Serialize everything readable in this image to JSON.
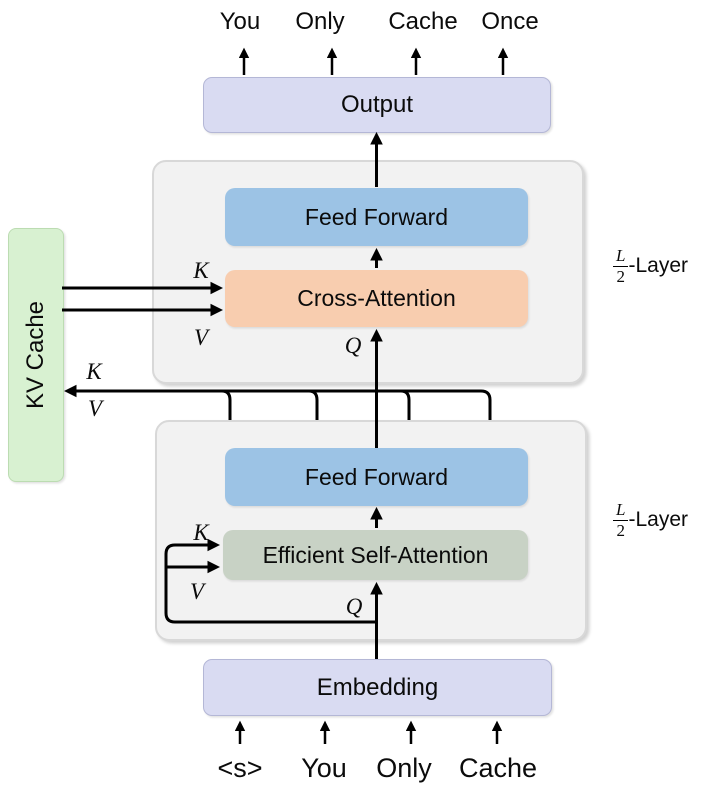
{
  "diagram": {
    "tokens_top": [
      "You",
      "Only",
      "Cache",
      "Once"
    ],
    "tokens_bottom": [
      "<s>",
      "You",
      "Only",
      "Cache"
    ],
    "boxes": {
      "output": "Output",
      "feed_forward_upper": "Feed Forward",
      "cross_attention": "Cross-Attention",
      "feed_forward_lower": "Feed Forward",
      "efficient_self_attention": "Efficient Self-Attention",
      "embedding": "Embedding",
      "kv_cache": "KV Cache"
    },
    "math_labels": {
      "k": "K",
      "v": "V",
      "q": "Q"
    },
    "layer_label": {
      "numerator": "L",
      "denominator": "2",
      "suffix": "-Layer"
    },
    "colors": {
      "io_lavender": "#d9dbf2",
      "feed_forward_blue": "#9cc3e5",
      "cross_attention_peach": "#f8cdaf",
      "self_attention_sage": "#c8d2c5",
      "kv_cache_green": "#d8f1d1",
      "block_gray": "#f2f2f2",
      "wire_black": "#000000"
    }
  }
}
